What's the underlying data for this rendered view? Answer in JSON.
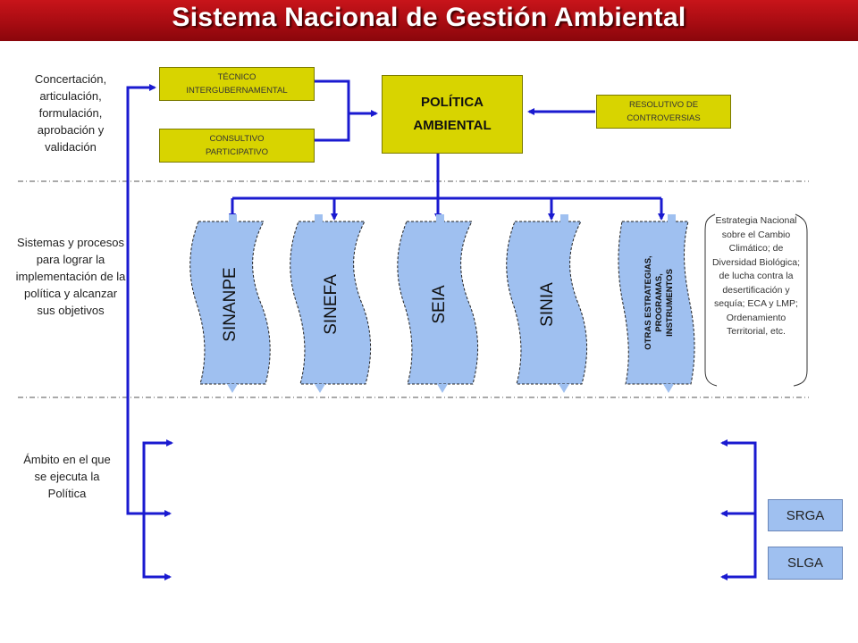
{
  "title": "Sistema  Nacional de Gestión Ambiental",
  "side_labels": {
    "row1": "Concertación, articulación, formulación, aprobación y validación",
    "row2": "Sistemas y procesos para lograr la implementación de la política y alcanzar sus objetivos",
    "row3": "Ámbito en el que se ejecuta la Política"
  },
  "boxes": {
    "tecnico": "TÉCNICO INTERGUBERNAMENTAL",
    "consultivo": "CONSULTIVO PARTICIPATIVO",
    "politica": "POLÍTICA AMBIENTAL",
    "resolutivo": "RESOLUTIVO DE CONTROVERSIAS"
  },
  "systems": {
    "s1": "SINANPE",
    "s2": "SINEFA",
    "s3": "SEIA",
    "s4": "SINIA",
    "s5": "OTRAS ESTRATEGIAS, PROGRAMAS, INSTRUMENTOS"
  },
  "note": "Estrategia Nacional sobre el Cambio Climático; de Diversidad Biológica; de lucha contra la desertificación y sequía; ECA y LMP; Ordenamiento Territorial, etc.",
  "bottom": {
    "srga": "SRGA",
    "slga": "SLGA"
  },
  "colors": {
    "title_red": "#b00f15",
    "box_yellow": "#d8d400",
    "connector_blue": "#1a1ad0",
    "system_blue": "#9fc0f0"
  }
}
